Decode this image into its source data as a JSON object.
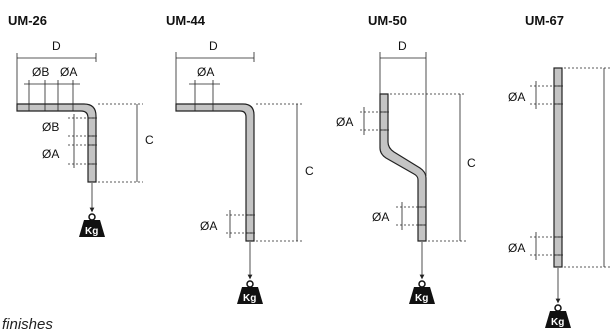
{
  "models": [
    {
      "name": "UM-26",
      "labels": {
        "d": "D",
        "c": "C",
        "b_top": "ØB",
        "a_top": "ØA",
        "b_side": "ØB",
        "a_side": "ØA"
      }
    },
    {
      "name": "UM-44",
      "labels": {
        "d": "D",
        "c": "C",
        "a_top": "ØA",
        "a_side": "ØA"
      }
    },
    {
      "name": "UM-50",
      "labels": {
        "d": "D",
        "c": "C",
        "a_upper": "ØA",
        "a_lower": "ØA"
      }
    },
    {
      "name": "UM-67",
      "labels": {
        "a_upper": "ØA",
        "a_lower": "ØA"
      }
    }
  ],
  "weight_symbol": "Kg",
  "footer_text": "finishes",
  "colors": {
    "part_fill": "#c4c4c4",
    "line": "#222222",
    "weight": "#111111"
  }
}
